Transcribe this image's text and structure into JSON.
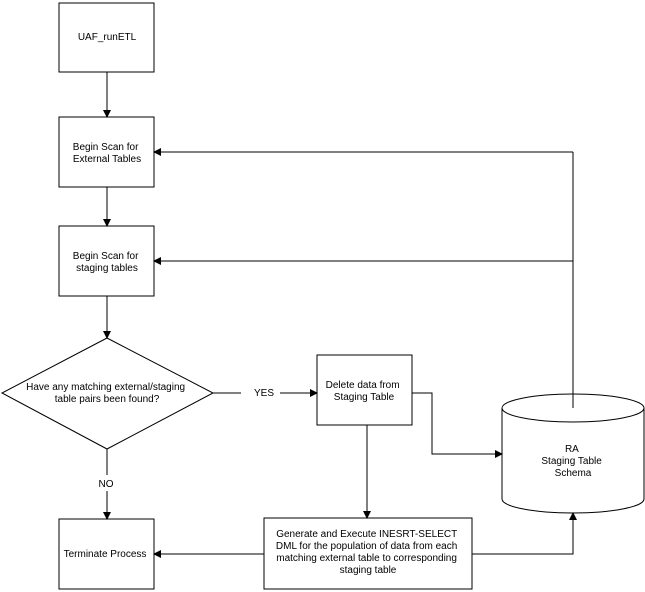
{
  "nodes": {
    "uaf": {
      "lines": [
        "UAF_runETL"
      ]
    },
    "scan_external": {
      "lines": [
        "Begin Scan for",
        "External Tables"
      ]
    },
    "scan_staging": {
      "lines": [
        "Begin Scan for",
        "staging tables"
      ]
    },
    "decision": {
      "lines": [
        "Have any matching external/staging",
        "table pairs been found?"
      ]
    },
    "delete": {
      "lines": [
        "Delete data from",
        "Staging Table"
      ]
    },
    "terminate": {
      "lines": [
        "Terminate Process"
      ]
    },
    "generate": {
      "lines": [
        "Generate and Execute INESRT-SELECT",
        "DML for the population of data from each",
        "matching external table to corresponding",
        "staging table"
      ]
    },
    "ra": {
      "lines": [
        "RA",
        "Staging Table",
        "Schema"
      ]
    }
  },
  "edges": {
    "yes": "YES",
    "no": "NO"
  }
}
